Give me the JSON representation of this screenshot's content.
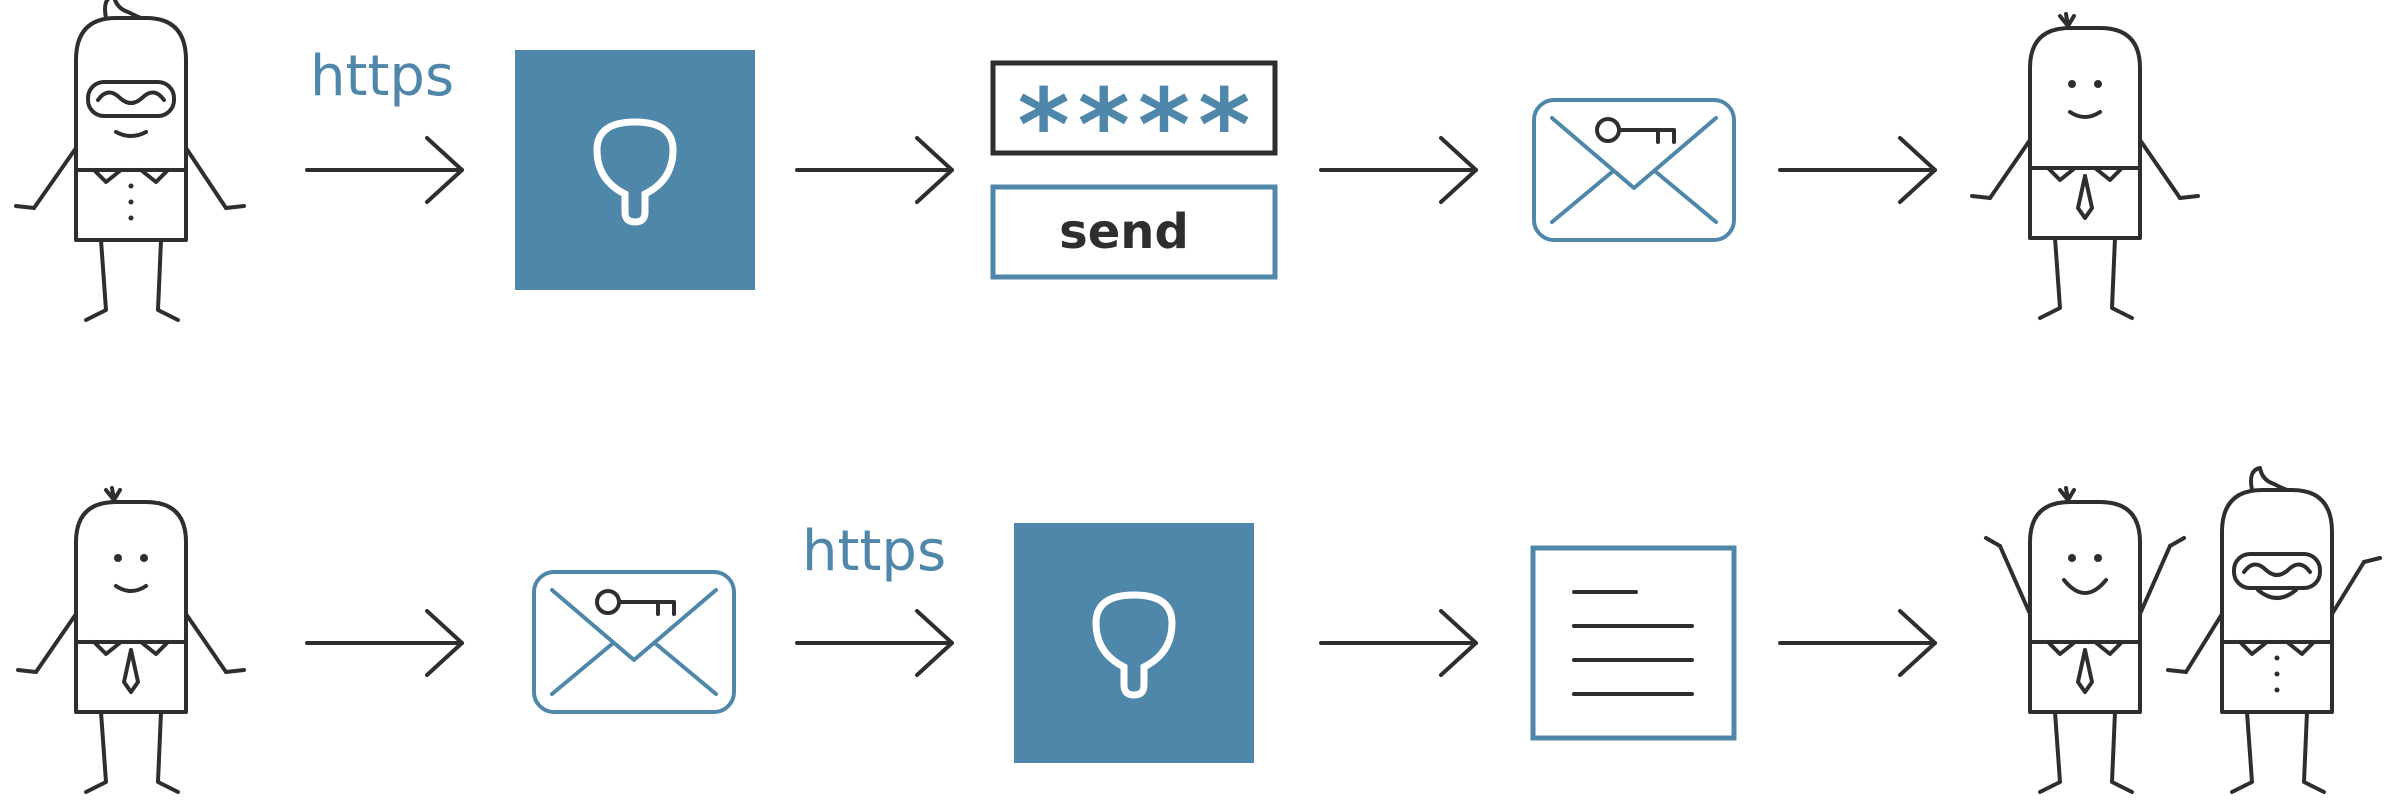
{
  "colors": {
    "accent": "#4f87aa",
    "ink": "#2e2e2e",
    "background": "#ffffff"
  },
  "row1": {
    "protocol_label": "https",
    "password_mask": "****",
    "send_label": "send"
  },
  "row2": {
    "protocol_label": "https"
  },
  "icons": {
    "sender_masked": "masked-person-icon",
    "keyhole": "keyhole-lock-icon",
    "envelope_key": "envelope-with-key-icon",
    "recipient": "person-icon",
    "document": "document-icon",
    "arrow": "arrow-right-icon"
  }
}
